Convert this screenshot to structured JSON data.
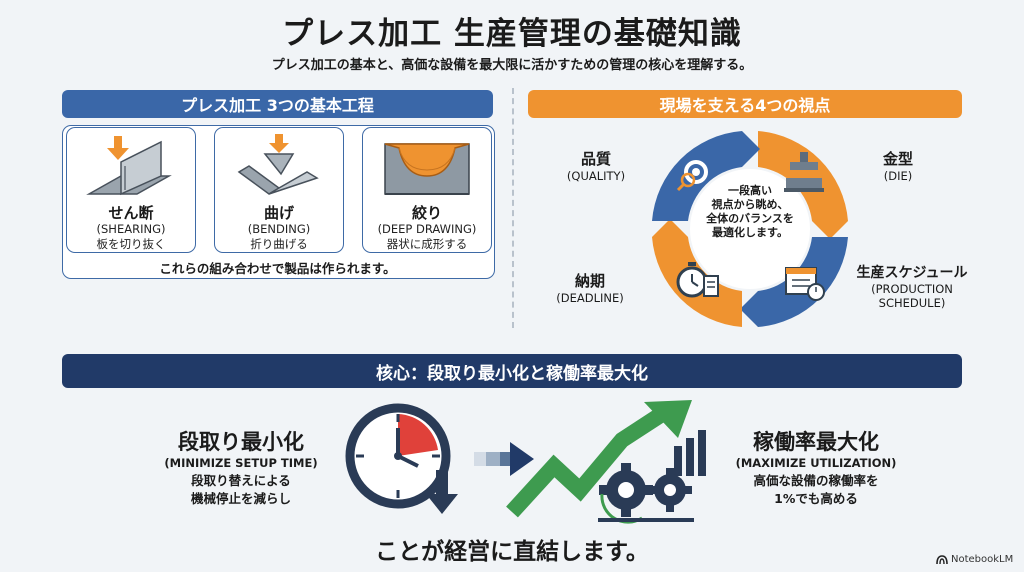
{
  "title": "プレス加工 生産管理の基礎知識",
  "subtitle": "プレス加工の基本と、高価な設備を最大限に活かすための管理の核心を理解する。",
  "left_section": {
    "banner": "プレス加工 3つの基本工程",
    "processes": [
      {
        "name": "せん断",
        "en": "(SHEARING)",
        "desc": "板を切り抜く",
        "icon": "shearing-icon"
      },
      {
        "name": "曲げ",
        "en": "(BENDING)",
        "desc": "折り曲げる",
        "icon": "bending-icon"
      },
      {
        "name": "絞り",
        "en": "(DEEP DRAWING)",
        "desc": "器状に成形する",
        "icon": "deep-drawing-icon"
      }
    ],
    "note": "これらの組み合わせで製品は作られます。"
  },
  "right_section": {
    "banner": "現場を支える4つの視点",
    "center_text": [
      "一段高い",
      "視点から眺め、",
      "全体のバランスを",
      "最適化します。"
    ],
    "viewpoints": {
      "quality": {
        "name": "品質",
        "en": "(QUALITY)",
        "icon": "gear-magnifier-icon"
      },
      "die": {
        "name": "金型",
        "en": "(DIE)",
        "icon": "press-die-icon"
      },
      "deadline": {
        "name": "納期",
        "en": "(DEADLINE)",
        "icon": "stopwatch-checklist-icon"
      },
      "schedule": {
        "name": "生産スケジュール",
        "en1": "(PRODUCTION",
        "en2": "SCHEDULE)",
        "icon": "calendar-clock-icon"
      }
    },
    "colors": {
      "orange": "#ef9330",
      "blue": "#3a67a8"
    }
  },
  "core": {
    "banner": "核心：段取り最小化と稼働率最大化",
    "left": {
      "title": "段取り最小化",
      "en": "(MINIMIZE SETUP TIME)",
      "desc1": "段取り替えによる",
      "desc2": "機械停止を減らし"
    },
    "right": {
      "title": "稼働率最大化",
      "en": "(MAXIMIZE UTILIZATION)",
      "desc1": "高価な設備の稼働率を",
      "desc2": "1%でも高める"
    }
  },
  "conclusion": "ことが経営に直結します。",
  "branding": "NotebookLM"
}
